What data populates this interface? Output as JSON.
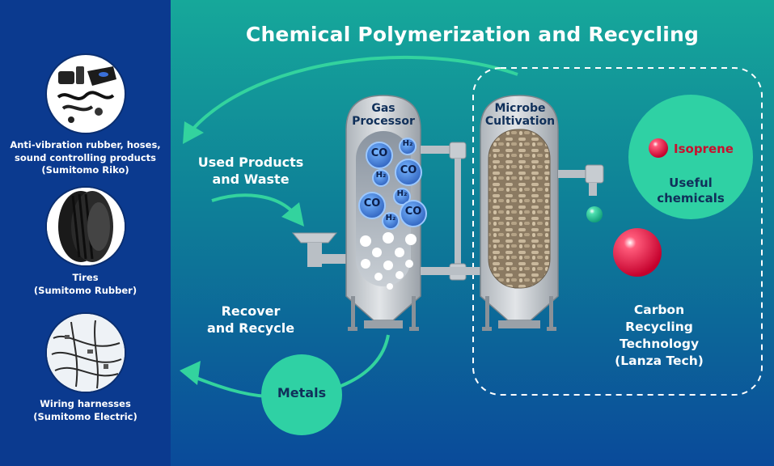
{
  "title": "Chemical Polymerization and Recycling",
  "products": [
    {
      "caption_lines": [
        "Anti-vibration rubber, hoses,",
        "sound controlling products",
        "(Sumitomo Riko)"
      ],
      "icon": "rubber-parts-icon"
    },
    {
      "caption_lines": [
        "Tires",
        "(Sumitomo Rubber)"
      ],
      "icon": "tire-icon"
    },
    {
      "caption_lines": [
        "Wiring harnesses",
        "(Sumitomo Electric)"
      ],
      "icon": "wiring-icon"
    }
  ],
  "labels": {
    "used_products": [
      "Used Products",
      "and Waste"
    ],
    "recover": [
      "Recover",
      "and Recycle"
    ],
    "metals": "Metals",
    "gas_processor": [
      "Gas",
      "Processor"
    ],
    "microbe": [
      "Microbe",
      "Cultivation"
    ],
    "isoprene": "Isoprene",
    "useful": [
      "Useful",
      "chemicals"
    ],
    "carbon": [
      "Carbon Recycling",
      "Technology",
      "(Lanza Tech)"
    ]
  },
  "molecules": [
    "CO",
    "H₂",
    "H₂",
    "CO",
    "H₂",
    "CO",
    "H₂",
    "CO"
  ],
  "colors": {
    "panel": "#0b3a8f",
    "accent_green": "#2fd1a4",
    "red_ball": "#e0103c",
    "tank": "#c7ccd1"
  }
}
